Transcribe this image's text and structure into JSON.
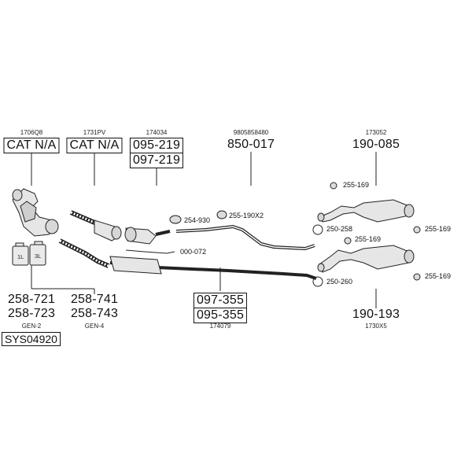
{
  "refs": {
    "r1": "1706Q8",
    "r2": "1731PV",
    "r3": "174034",
    "r4": "9805858480",
    "r5": "173052"
  },
  "parts": {
    "cat1": "CAT N/A",
    "cat2": "CAT N/A",
    "p095_219": "095-219",
    "p097_219": "097-219",
    "p850_017": "850-017",
    "p190_085": "190-085",
    "p258_721": "258-721",
    "p258_723": "258-723",
    "p258_741": "258-741",
    "p258_743": "258-743",
    "p097_355": "097-355",
    "p095_355": "095-355",
    "p190_193": "190-193"
  },
  "small_parts": {
    "s254_930": "254-930",
    "s255_190x2": "255-190X2",
    "s000_072": "000-072",
    "s255_169_a": "255-169",
    "s250_258": "250-258",
    "s255_169_b": "255-169",
    "s255_169_c": "255-169",
    "s255_169_d": "255-169",
    "s250_260": "250-260"
  },
  "footer": {
    "gen2": "GEN-2",
    "gen4": "GEN-4",
    "code174079": "174079",
    "code1730x5": "1730X5",
    "system": "SYS04920"
  },
  "bottle_labels": {
    "b1": "1L",
    "b2": "3L"
  }
}
